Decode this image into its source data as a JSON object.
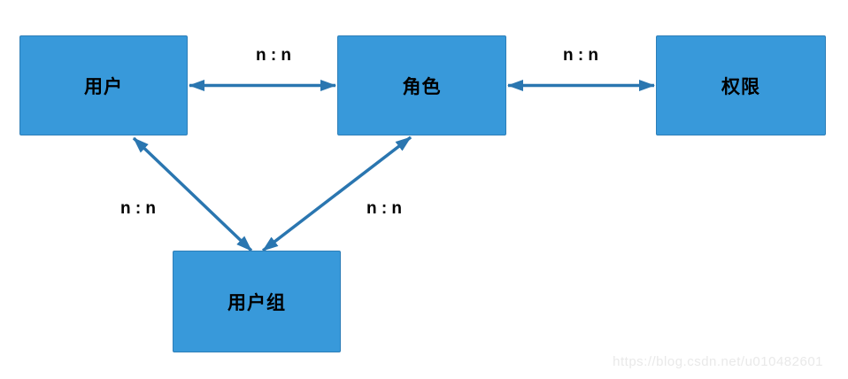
{
  "diagram": {
    "nodes": [
      {
        "id": "user",
        "label": "用户"
      },
      {
        "id": "role",
        "label": "角色"
      },
      {
        "id": "permission",
        "label": "权限"
      },
      {
        "id": "user-group",
        "label": "用户组"
      }
    ],
    "edges": [
      {
        "from": "用户",
        "to": "角色",
        "label": "n : n",
        "bidirectional": true
      },
      {
        "from": "角色",
        "to": "权限",
        "label": "n : n",
        "bidirectional": true
      },
      {
        "from": "用户",
        "to": "用户组",
        "label": "n : n",
        "bidirectional": true
      },
      {
        "from": "角色",
        "to": "用户组",
        "label": "n : n",
        "bidirectional": true
      }
    ]
  },
  "watermark": "https://blog.csdn.net/u010482601",
  "colors": {
    "node_fill": "#3899da",
    "node_border": "#2d7eb8",
    "arrow": "#2a76b0",
    "label_text": "#000000",
    "watermark_text": "#e9e9e9"
  }
}
